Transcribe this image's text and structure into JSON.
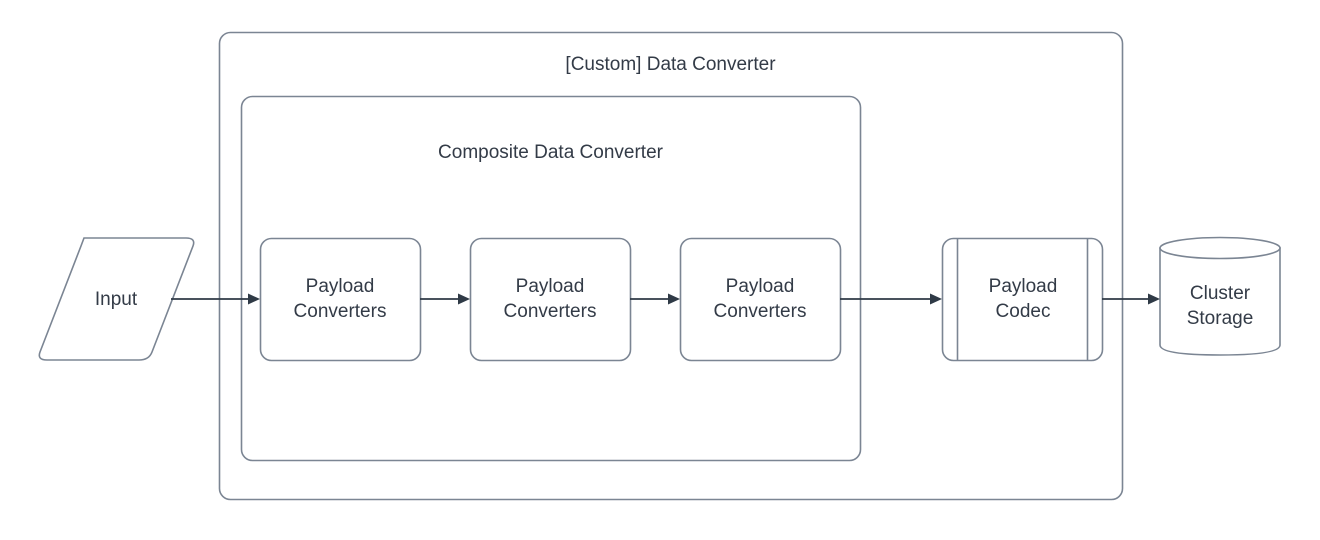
{
  "diagram": {
    "type": "flowchart",
    "background_color": "#ffffff",
    "stroke_color": "#7b8593",
    "connector_color": "#2f3a46",
    "text_color": "#333b47",
    "containers": [
      {
        "id": "custom-data-converter",
        "title": "[Custom] Data Converter",
        "shape": "rounded-rectangle"
      },
      {
        "id": "composite-data-converter",
        "title": "Composite Data Converter",
        "shape": "rounded-rectangle"
      }
    ],
    "nodes": [
      {
        "id": "input",
        "label": "Input",
        "shape": "parallelogram"
      },
      {
        "id": "payload-converters-1",
        "label": "Payload\nConverters",
        "shape": "rounded-rectangle"
      },
      {
        "id": "payload-converters-2",
        "label": "Payload\nConverters",
        "shape": "rounded-rectangle"
      },
      {
        "id": "payload-converters-3",
        "label": "Payload\nConverters",
        "shape": "rounded-rectangle"
      },
      {
        "id": "payload-codec",
        "label": "Payload\nCodec",
        "shape": "process"
      },
      {
        "id": "cluster-storage",
        "label": "Cluster\nStorage",
        "shape": "cylinder"
      }
    ],
    "edges": [
      {
        "from": "input",
        "to": "payload-converters-1",
        "arrow": "single"
      },
      {
        "from": "payload-converters-1",
        "to": "payload-converters-2",
        "arrow": "single"
      },
      {
        "from": "payload-converters-2",
        "to": "payload-converters-3",
        "arrow": "single"
      },
      {
        "from": "payload-converters-3",
        "to": "payload-codec",
        "arrow": "single"
      },
      {
        "from": "payload-codec",
        "to": "cluster-storage",
        "arrow": "single"
      }
    ]
  }
}
